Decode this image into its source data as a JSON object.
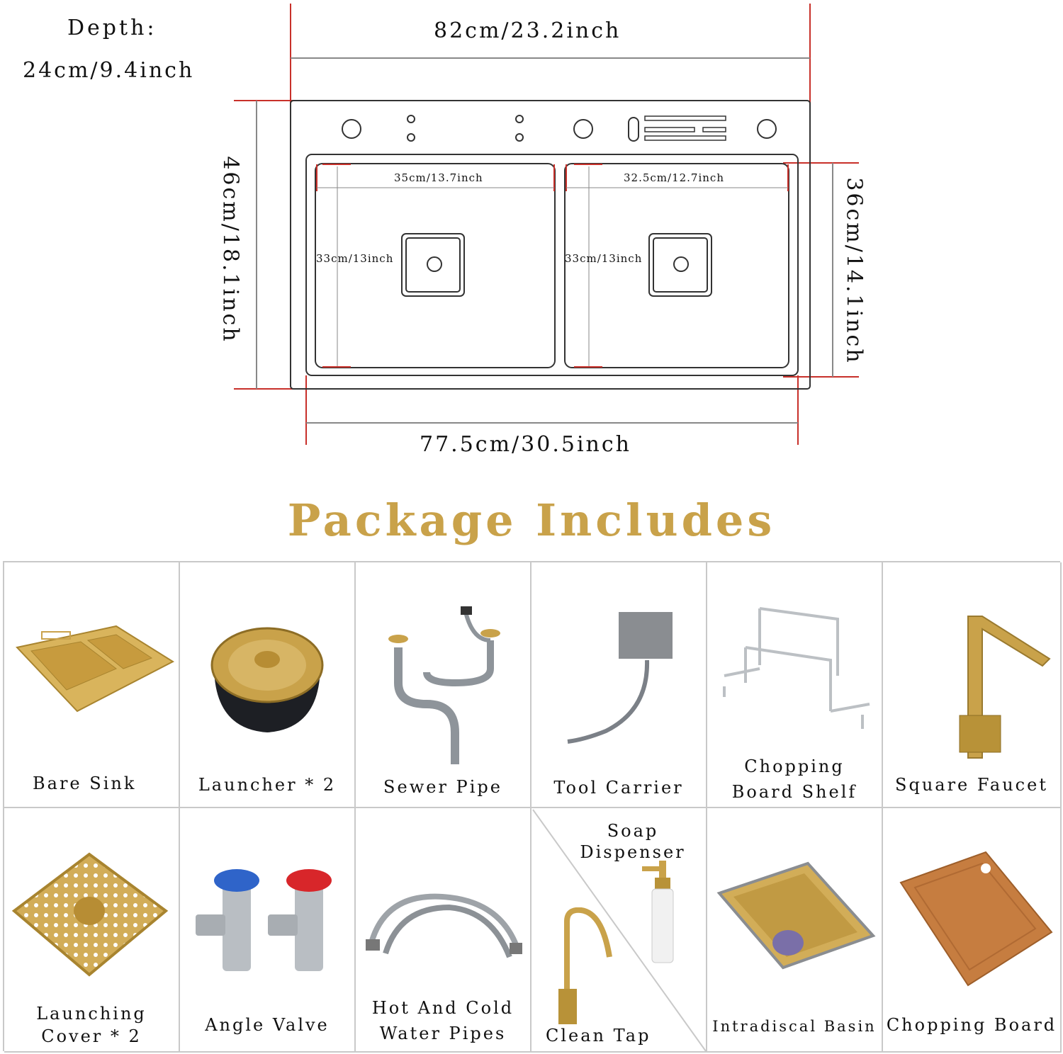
{
  "dimensions": {
    "depth_label": "Depth:",
    "depth_value": "24cm/9.4inch",
    "top_width": "82cm/23.2inch",
    "bottom_width": "77.5cm/30.5inch",
    "left_height": "46cm/18.1inch",
    "right_height": "36cm/14.1inch",
    "left_bowl_width": "35cm/13.7inch",
    "right_bowl_width": "32.5cm/12.7inch",
    "left_bowl_depth": "33cm/13inch",
    "right_bowl_depth": "33cm/13inch"
  },
  "package": {
    "title": "Package Includes",
    "items": [
      {
        "line1": "Bare Sink",
        "line2": "",
        "icon": "bare-sink-icon"
      },
      {
        "line1": "Launcher * 2",
        "line2": "",
        "icon": "launcher-icon"
      },
      {
        "line1": "Sewer Pipe",
        "line2": "",
        "icon": "sewer-pipe-icon"
      },
      {
        "line1": "Tool Carrier",
        "line2": "",
        "icon": "tool-carrier-icon"
      },
      {
        "line1": "Chopping",
        "line2": "Board Shelf",
        "icon": "chopping-board-shelf-icon"
      },
      {
        "line1": "Square Faucet",
        "line2": "",
        "icon": "square-faucet-icon"
      },
      {
        "line1": "Launching",
        "line2": "Cover * 2",
        "icon": "launching-cover-icon"
      },
      {
        "line1": "Angle Valve",
        "line2": "",
        "icon": "angle-valve-icon"
      },
      {
        "line1": "Hot And Cold",
        "line2": "Water Pipes",
        "icon": "water-pipes-icon"
      },
      {
        "line1": "Soap",
        "line2": "Dispenser",
        "icon": "soap-dispenser-icon"
      },
      {
        "line1": "Clean Tap",
        "line2": "",
        "icon": "clean-tap-icon"
      },
      {
        "line1": "Intradiscal Basin",
        "line2": "",
        "icon": "intradiscal-basin-icon"
      },
      {
        "line1": "Chopping Board",
        "line2": "",
        "icon": "chopping-board-icon"
      }
    ]
  },
  "colors": {
    "gold": "#c9a24a",
    "dimension_red": "#c8302a",
    "outline": "#333333",
    "grid_border": "#c9c9c9"
  }
}
